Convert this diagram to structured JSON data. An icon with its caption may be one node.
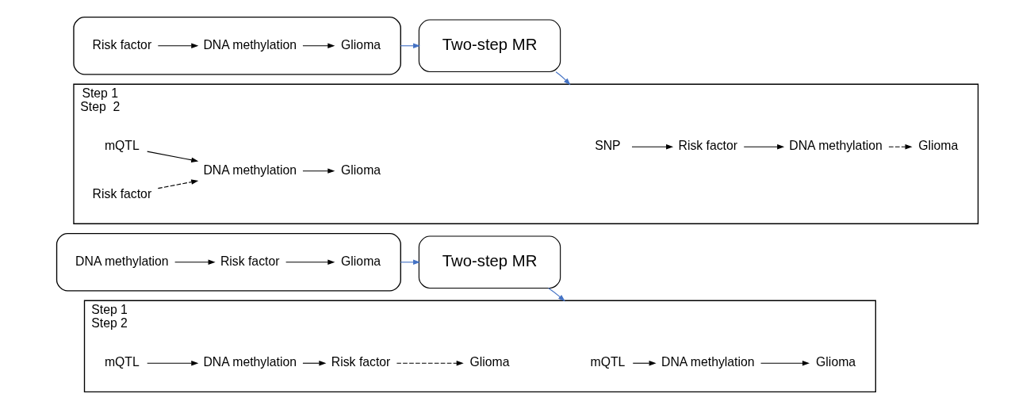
{
  "diagram": {
    "nodes": [
      {
        "text": [],
        "shape": "box"
      },
      {
        "text": [
          "DNA methylation"
        ],
        "in": 0
      },
      {
        "text": [
          "Risk factor"
        ],
        "in": 0
      },
      {
        "text": [
          "Glioma"
        ],
        "in": 0
      },
      {
        "text": [
          "Two-step MR"
        ]
      },
      {
        "text": [
          "Step 1",
          "Step 2"
        ]
      },
      {
        "text": [
          "mQTL"
        ],
        "in": 5
      },
      {
        "text": [
          "DNA methylation"
        ],
        "in": 5
      },
      {
        "text": [
          "Glioma"
        ],
        "in": 5
      },
      {
        "text": [
          "mQTL"
        ],
        "in": 5
      },
      {
        "text": [
          "DNA methylation"
        ],
        "in": 5
      },
      {
        "text": [
          "Risk factor"
        ],
        "in": 5
      },
      {
        "text": [
          "Glioma"
        ],
        "in": 5
      },
      {
        "text": [],
        "shape": "box"
      },
      {
        "text": [
          "Risk factor"
        ],
        "in": 13
      },
      {
        "text": [
          "DNA methylation"
        ],
        "in": 13
      },
      {
        "text": [
          "Glioma"
        ],
        "in": 13
      },
      {
        "text": [
          "Two-step MR"
        ]
      },
      {
        "text": [
          "Step 1",
          "Step  2"
        ]
      },
      {
        "text": [
          "SNP"
        ],
        "in": 18
      },
      {
        "text": [
          "Risk factor"
        ],
        "in": 18
      },
      {
        "text": [
          "DNA methylation"
        ],
        "in": 18
      },
      {
        "text": [
          "Glioma"
        ],
        "in": 18
      },
      {
        "text": [
          "mQTL"
        ],
        "in": 18
      },
      {
        "text": [
          "Risk factor"
        ],
        "in": 18
      },
      {
        "text": [
          "DNA methylation"
        ],
        "in": 18
      },
      {
        "text": [
          "Glioma"
        ],
        "in": 18
      }
    ],
    "edges": [
      {
        "from": 1,
        "to": 2,
        "arrow": "to"
      },
      {
        "from": 2,
        "to": 3,
        "arrow": "to"
      },
      {
        "from": 0,
        "to": 4,
        "arrow": "to",
        "color": "#4472c4"
      },
      {
        "from": 4,
        "to": 5,
        "arrow": "to",
        "color": "#4472c4"
      },
      {
        "from": 6,
        "to": 7,
        "arrow": "to"
      },
      {
        "from": 7,
        "to": 8,
        "arrow": "to"
      },
      {
        "from": 9,
        "to": 10,
        "arrow": "to"
      },
      {
        "from": 10,
        "to": 11,
        "arrow": "to"
      },
      {
        "from": 11,
        "to": 12,
        "arrow": "to",
        "style": "dashed"
      },
      {
        "from": 14,
        "to": 15,
        "arrow": "to"
      },
      {
        "from": 15,
        "to": 16,
        "arrow": "to"
      },
      {
        "from": 13,
        "to": 17,
        "arrow": "to",
        "color": "#4472c4"
      },
      {
        "from": 17,
        "to": 18,
        "arrow": "to",
        "color": "#4472c4"
      },
      {
        "from": 19,
        "to": 20,
        "arrow": "to"
      },
      {
        "from": 20,
        "to": 21,
        "arrow": "to"
      },
      {
        "from": 21,
        "to": 22,
        "arrow": "to",
        "style": "dashed"
      },
      {
        "from": 23,
        "to": 25,
        "arrow": "to"
      },
      {
        "from": 24,
        "to": 25,
        "arrow": "to",
        "style": "dashed"
      },
      {
        "from": 25,
        "to": 26,
        "arrow": "to"
      }
    ]
  }
}
